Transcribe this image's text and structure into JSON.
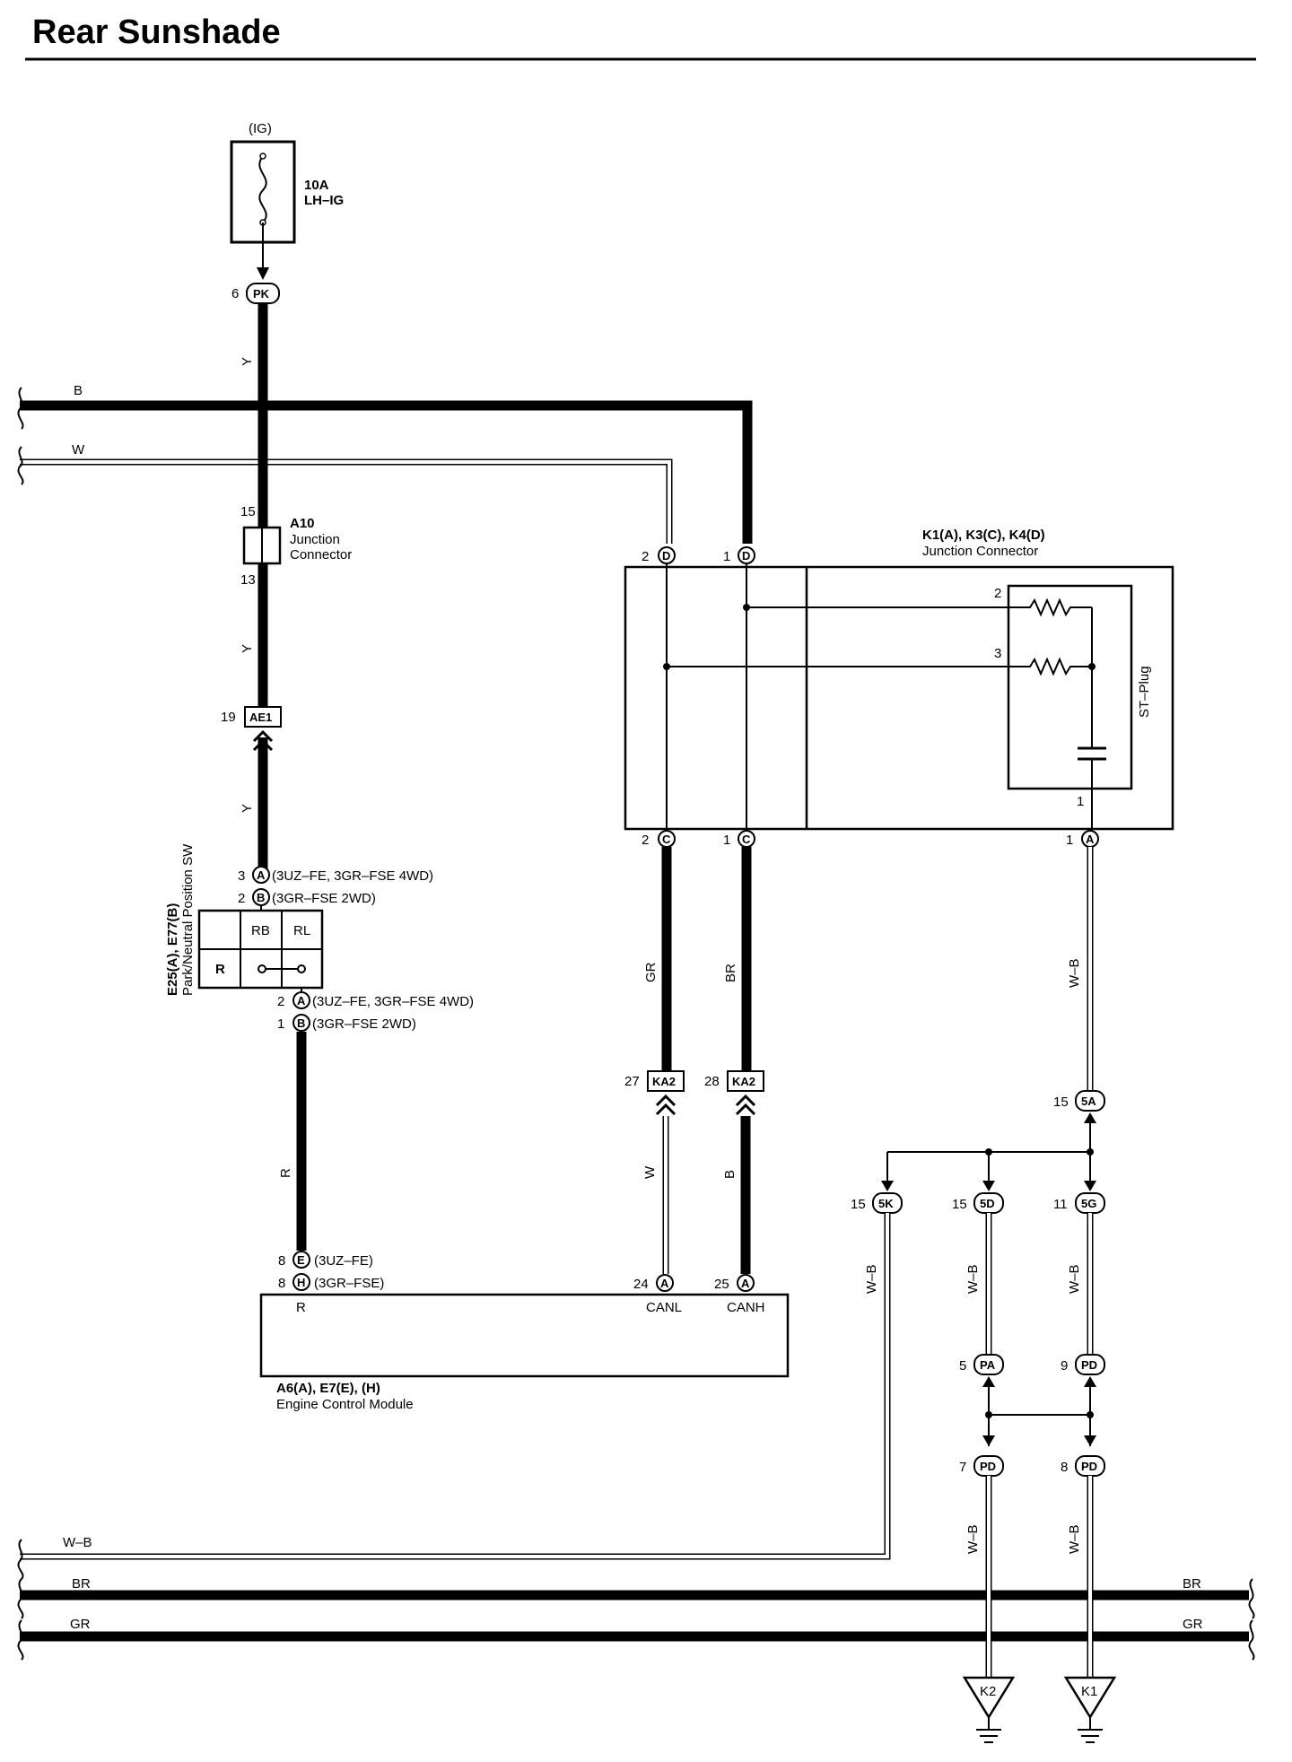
{
  "title": "Rear Sunshade",
  "fuse": {
    "supply": "(IG)",
    "rating": "10A",
    "name": "LH–IG",
    "pin_num": "6",
    "pin_code": "PK"
  },
  "wires": {
    "Y": "Y",
    "B": "B",
    "W": "W",
    "GR": "GR",
    "BR": "BR",
    "R": "R",
    "WB": "W–B"
  },
  "a10": {
    "code": "A10",
    "name1": "Junction",
    "name2": "Connector",
    "pin_top": "15",
    "pin_bottom": "13"
  },
  "ae1": {
    "num": "19",
    "code": "AE1"
  },
  "pnp_switch": {
    "code": "E25(A), E77(B)",
    "name": "Park/Neutral Position SW",
    "col_rb": "RB",
    "col_rl": "RL",
    "row_r": "R",
    "top_pins": [
      {
        "num": "3",
        "letter": "A",
        "note": "(3UZ–FE,  3GR–FSE 4WD)"
      },
      {
        "num": "2",
        "letter": "B",
        "note": "(3GR–FSE 2WD)"
      }
    ],
    "bottom_pins": [
      {
        "num": "2",
        "letter": "A",
        "note": "(3UZ–FE,  3GR–FSE 4WD)"
      },
      {
        "num": "1",
        "letter": "B",
        "note": "(3GR–FSE 2WD)"
      }
    ]
  },
  "junction_k": {
    "code": "K1(A), K3(C), K4(D)",
    "name": "Junction Connector",
    "top_pins": [
      {
        "num": "2",
        "letter": "D"
      },
      {
        "num": "1",
        "letter": "D"
      }
    ],
    "bottom_pins": [
      {
        "num": "2",
        "letter": "C"
      },
      {
        "num": "1",
        "letter": "C"
      },
      {
        "num": "1",
        "letter": "A"
      }
    ],
    "st_plug": "ST–Plug",
    "res_pin_1": "2",
    "res_pin_2": "3",
    "cap_pin": "1"
  },
  "ka2": [
    {
      "num": "27",
      "code": "KA2"
    },
    {
      "num": "28",
      "code": "KA2"
    }
  ],
  "ecm": {
    "code": "A6(A), E7(E), (H)",
    "name": "Engine Control Module",
    "pins_r": [
      {
        "num": "8",
        "letter": "E",
        "note": "(3UZ–FE)"
      },
      {
        "num": "8",
        "letter": "H",
        "note": "(3GR–FSE)"
      }
    ],
    "terminal_r": "R",
    "canl_pin": {
      "num": "24",
      "letter": "A"
    },
    "canh_pin": {
      "num": "25",
      "letter": "A"
    },
    "terminal_canl": "CANL",
    "terminal_canh": "CANH"
  },
  "splices": [
    {
      "num": "15",
      "code": "5A"
    },
    {
      "num": "15",
      "code": "5K"
    },
    {
      "num": "15",
      "code": "5D"
    },
    {
      "num": "11",
      "code": "5G"
    },
    {
      "num": "5",
      "code": "PA"
    },
    {
      "num": "9",
      "code": "PD"
    },
    {
      "num": "7",
      "code": "PD"
    },
    {
      "num": "8",
      "code": "PD"
    }
  ],
  "grounds": [
    "K2",
    "K1"
  ]
}
